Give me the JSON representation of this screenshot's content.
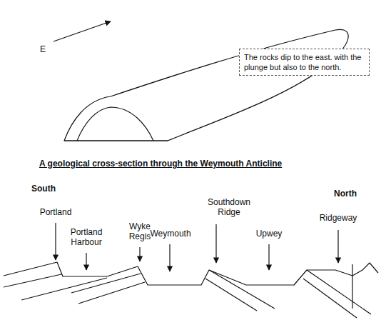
{
  "diagram": {
    "title": "A geological cross-section through the Weymouth Anticline",
    "nodes": [
      {
        "text": [
          "The rocks dip to the east. with the plunge but also to the north."
        ]
      }
    ],
    "labels": [
      "E",
      "South",
      "North",
      "Portland",
      "Portland Harbour",
      "Wyke Regis",
      "Weymouth",
      "Southdown Ridge",
      "Upwey",
      "Ridgeway"
    ]
  }
}
